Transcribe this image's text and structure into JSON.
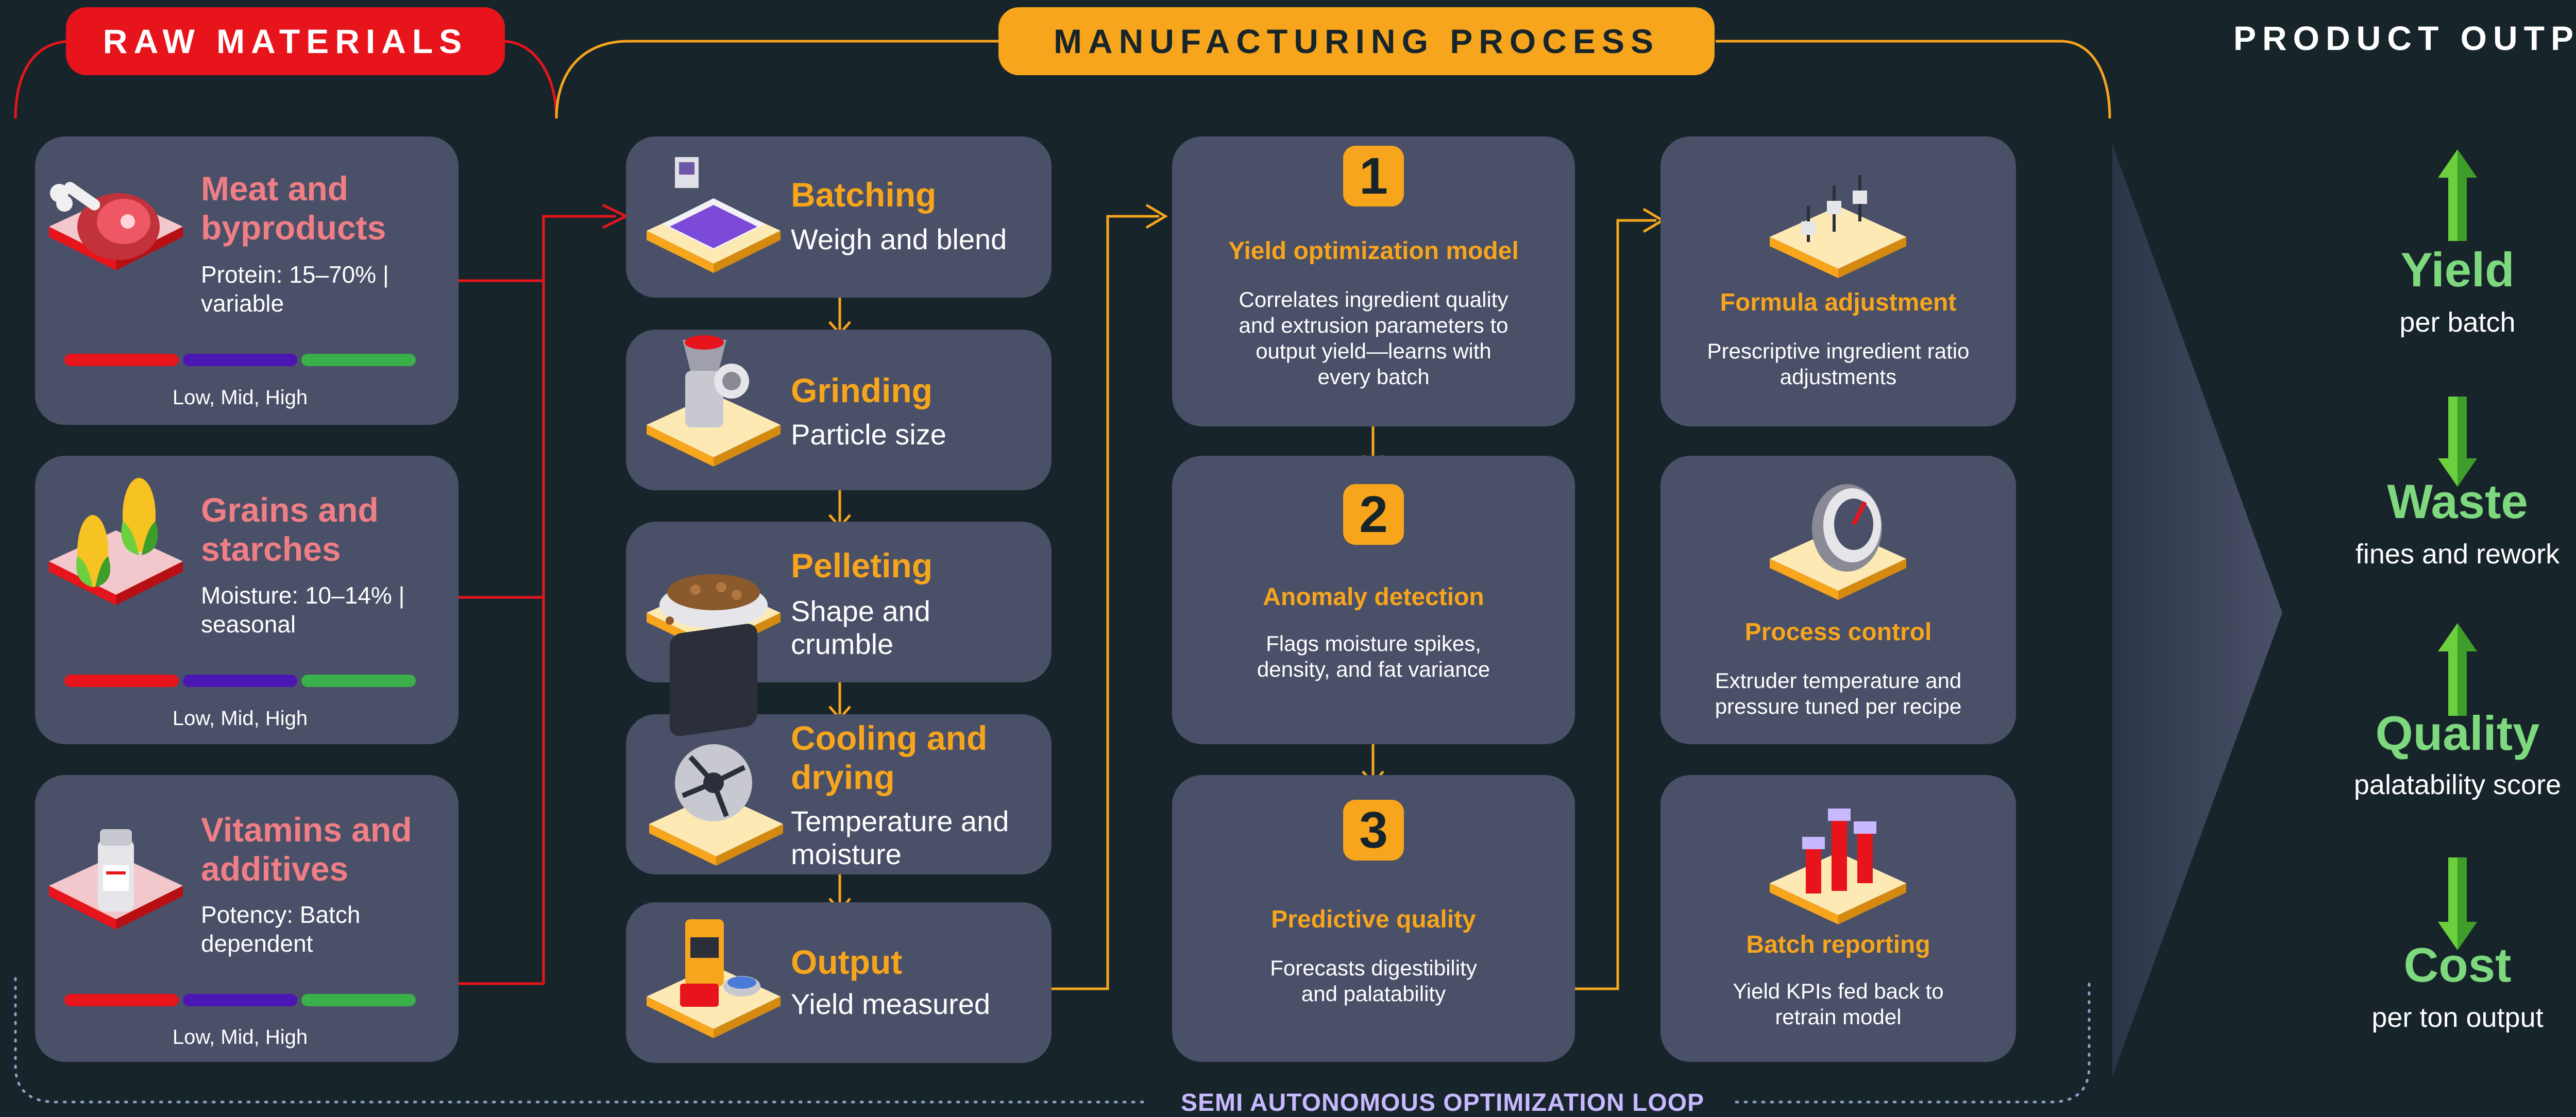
{
  "headers": {
    "raw_materials": "RAW MATERIALS",
    "manufacturing": "MANUFACTURING PROCESS",
    "product_outputs": "PRODUCT OUTPUTS",
    "loop": "SEMI AUTONOMOUS OPTIMIZATION LOOP"
  },
  "raw": [
    {
      "title1": "Meat and",
      "title2": "byproducts",
      "desc1": "Protein: 15–70% |",
      "desc2": "variable",
      "levels": "Low, Mid, High",
      "icon": "meat-icon"
    },
    {
      "title1": "Grains and",
      "title2": "starches",
      "desc1": "Moisture: 10–14% |",
      "desc2": "seasonal",
      "levels": "Low, Mid, High",
      "icon": "corn-icon"
    },
    {
      "title1": "Vitamins and",
      "title2": "additives",
      "desc1": "Potency: Batch",
      "desc2": "dependent",
      "levels": "Low, Mid, High",
      "icon": "vitamin-bottle-icon"
    }
  ],
  "steps": [
    {
      "title1": "Batching",
      "title2": "",
      "desc1": "Weigh and blend",
      "desc2": "",
      "icon": "scale-icon"
    },
    {
      "title1": "Grinding",
      "title2": "",
      "desc1": "Particle size",
      "desc2": "",
      "icon": "grinder-icon"
    },
    {
      "title1": "Pelleting",
      "title2": "",
      "desc1": "Shape and",
      "desc2": "crumble",
      "icon": "pellet-bowl-icon"
    },
    {
      "title1": "Cooling and",
      "title2": "drying",
      "desc1": "Temperature and",
      "desc2": "moisture",
      "icon": "fan-icon"
    },
    {
      "title1": "Output",
      "title2": "",
      "desc1": "Yield measured",
      "desc2": "",
      "icon": "pet-food-bag-icon"
    }
  ],
  "models": [
    {
      "num": "1",
      "title": "Yield optimization model",
      "lines": [
        "Correlates ingredient quality",
        "and extrusion parameters to",
        "output yield—learns with",
        "every batch"
      ]
    },
    {
      "num": "2",
      "title": "Anomaly detection",
      "lines": [
        "Flags moisture spikes,",
        "density, and fat variance"
      ]
    },
    {
      "num": "3",
      "title": "Predictive quality",
      "lines": [
        "Forecasts digestibility",
        "and palatability"
      ]
    }
  ],
  "actions": [
    {
      "title": "Formula adjustment",
      "lines": [
        "Prescriptive ingredient ratio",
        "adjustments"
      ],
      "icon": "mixer-sliders-icon"
    },
    {
      "title": "Process control",
      "lines": [
        "Extruder temperature and",
        "pressure tuned per recipe"
      ],
      "icon": "dial-knob-icon"
    },
    {
      "title": "Batch reporting",
      "lines": [
        "Yield KPIs fed back to",
        "retrain model"
      ],
      "icon": "bar-report-icon"
    }
  ],
  "outputs": [
    {
      "word": "Yield",
      "sub": "per batch",
      "direction": "up",
      "icon": "arrow-up-icon"
    },
    {
      "word": "Waste",
      "sub": "fines and rework",
      "direction": "down",
      "icon": "arrow-down-icon"
    },
    {
      "word": "Quality",
      "sub": "palatability score",
      "direction": "up",
      "icon": "arrow-up-icon"
    },
    {
      "word": "Cost",
      "sub": "per ton output",
      "direction": "down",
      "icon": "arrow-down-icon"
    }
  ],
  "colors": {
    "background": "#17252b",
    "card": "#4a5068",
    "red": "#e8141b",
    "orange": "#f7a51c",
    "green": "#7ed87e",
    "pink": "#ef7e85",
    "purple_bar": "#4b16b4",
    "green_bar": "#3ab04a",
    "loop_text": "#c8b8ff"
  }
}
